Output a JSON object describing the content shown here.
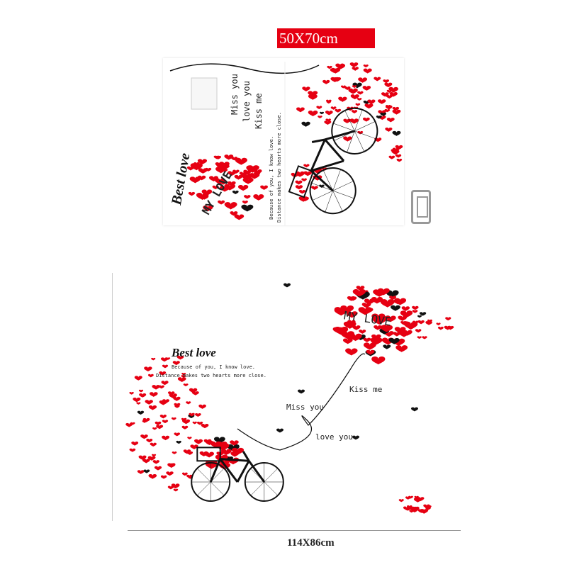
{
  "product": {
    "sheet_size": "50X70cm",
    "installed_size": "114X86cm",
    "texts": {
      "best_love": "Best love",
      "line1": "Because of you, I know love.",
      "line2": "Distance makes two hearts more close.",
      "my_love": "MY LOVE",
      "miss_you": "Miss you",
      "love_you": "love you",
      "kiss_me": "Kiss me"
    },
    "colors": {
      "accent": "#e60012",
      "ink": "#111111"
    },
    "icons": {
      "phone": "phone-icon",
      "heart": "heart-icon",
      "bicycle": "bicycle-icon"
    }
  }
}
